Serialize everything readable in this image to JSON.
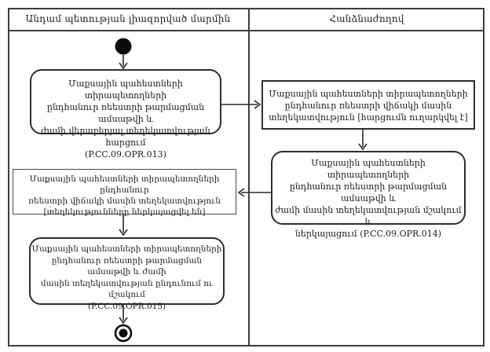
{
  "header": {
    "left_lane": "Անդամ պետության լիազորված մարմին",
    "right_lane": "Հանձնաժողով"
  },
  "nodes": {
    "l1": {
      "type": "activity-rounded",
      "lines": [
        "Մաքսային պահեստների տիրապետողների",
        "ընդհանուր ռեեստրի թարմացման ամսաթվի և",
        "ժամի վերաբերյալ տեղեկատվության հարցում",
        "(P.CC.09.OPR.013)"
      ]
    },
    "r1": {
      "type": "object-rect",
      "lines": [
        "Մաքսային պահեստների տիրապետողների",
        "ընդհանուր ռեեստրի վիճակի մասին",
        "տեղեկատվություն [հարցումն ուղարկվել է]"
      ]
    },
    "r2": {
      "type": "activity-rounded",
      "lines": [
        "Մաքսային պահեստների տիրապետողների",
        "ընդհանուր ռեեստրի թարմացման ամսաթվի և",
        "ժամի մասին տեղեկատվության մշակում և",
        "ներկայացում (P.CC.09.OPR.014)"
      ]
    },
    "l2": {
      "type": "object-rect",
      "lines": [
        "Մաքսային պահեստների տիրապետողների  ընդհանուր",
        "ռեեստրի վիճակի մասին տեղեկատվություն",
        "[տեղեկությունները ներկայացվել են]"
      ],
      "marks": [
        "-",
        "-",
        "-"
      ]
    },
    "l3": {
      "type": "activity-rounded",
      "lines": [
        "Մաքսային պահեստների տիրապետողների",
        "ընդհանուր ռեեստրի թարմացման ամսաթվի և ժամի",
        "մասին տեղեկատվության ընդունում ու մշակում",
        "(P.CC.09.OPR.015)"
      ]
    }
  },
  "colors": {
    "line": "#3d3d3d",
    "node_border": "#2e2e2e",
    "node_fill": "#ffffff",
    "text": "#1c1c1c"
  }
}
